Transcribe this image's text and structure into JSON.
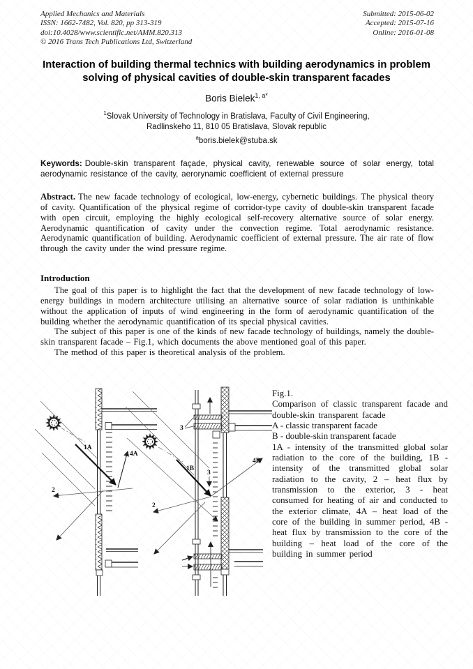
{
  "header": {
    "journal": "Applied Mechanics and Materials",
    "issn": "ISSN: 1662-7482, Vol. 820, pp 313-319",
    "doi": "doi:10.4028/www.scientific.net/AMM.820.313",
    "copyright": "© 2016 Trans Tech Publications Ltd, Switzerland",
    "submitted": "Submitted: 2015-06-02",
    "accepted": "Accepted: 2015-07-16",
    "online": "Online: 2016-01-08"
  },
  "article": {
    "title": "Interaction of building thermal technics with building aerodynamics in problem solving of physical cavities of double-skin transparent facades",
    "author": "Boris Bielek",
    "author_sup": "1, a*",
    "aff_sup": "1",
    "affiliation1": "Slovak University of Technology in Bratislava, Faculty of Civil Engineering,",
    "affiliation2": "Radlinskeho 11, 810 05 Bratislava, Slovak republic",
    "email_sup": "a",
    "email": "boris.bielek@stuba.sk"
  },
  "keywords": {
    "label": "Keywords:",
    "text": "Double-skin transparent façade, physical cavity, renewable source of solar energy, total aerodynamic resistance of the cavity, aerorynamic coefficient of external pressure"
  },
  "abstract": {
    "label": "Abstract.",
    "text": "The new facade technology of ecological, low-energy, cybernetic buildings. The physical theory of cavity. Quantification of the physical regime of corridor-type cavity of double-skin transparent facade with open circuit, employing the highly ecological self-recovery alternative source of solar energy. Aerodynamic quantification of cavity under the convection regime. Total aerodynamic resistance. Aerodynamic quantification of building. Aerodynamic coefficient of external pressure. The air rate of flow through the cavity under the wind pressure regime."
  },
  "introduction": {
    "heading": "Introduction",
    "p1": "The goal of this paper is to highlight the fact that the development of new facade technology of low-energy buildings in modern architecture utilising an alternative source of solar radiation is unthinkable without the application of inputs of wind engineering in the form of aerodynamic quantification of the building whether the aerodynamic quantification of its special physical cavities.",
    "p2": "The subject of this paper is one of the kinds of new facade technology of buildings, namely the double-skin transparent facade – Fig.1, which documents the above mentioned goal of this paper.",
    "p3": "The method of this paper is theoretical analysis of the problem."
  },
  "figure": {
    "labels": {
      "a1": "1A",
      "a4": "4A",
      "a2": "2",
      "b3top": "3",
      "b1": "1B",
      "b3mid": "3",
      "b4": "4B",
      "b2": "2"
    },
    "caption": {
      "fig": "Fig.1.",
      "comparison": "Comparison of classic transparent facade and double-skin transparent facade",
      "item_a": "A - classic transparent facade",
      "item_b": "B - double-skin transparent facade",
      "legend": "1A - intensity of the transmitted global solar radiation to the core of the building, 1B - intensity of the transmitted global solar radiation to the cavity, 2 – heat flux by transmission to the exterior, 3 - heat consumed for heating of air and conducted to the exterior climate, 4A – heat load of the core of the building in summer period, 4B - heat flux by transmission to the core of the building – heat load of the core of the building in summer period"
    }
  }
}
